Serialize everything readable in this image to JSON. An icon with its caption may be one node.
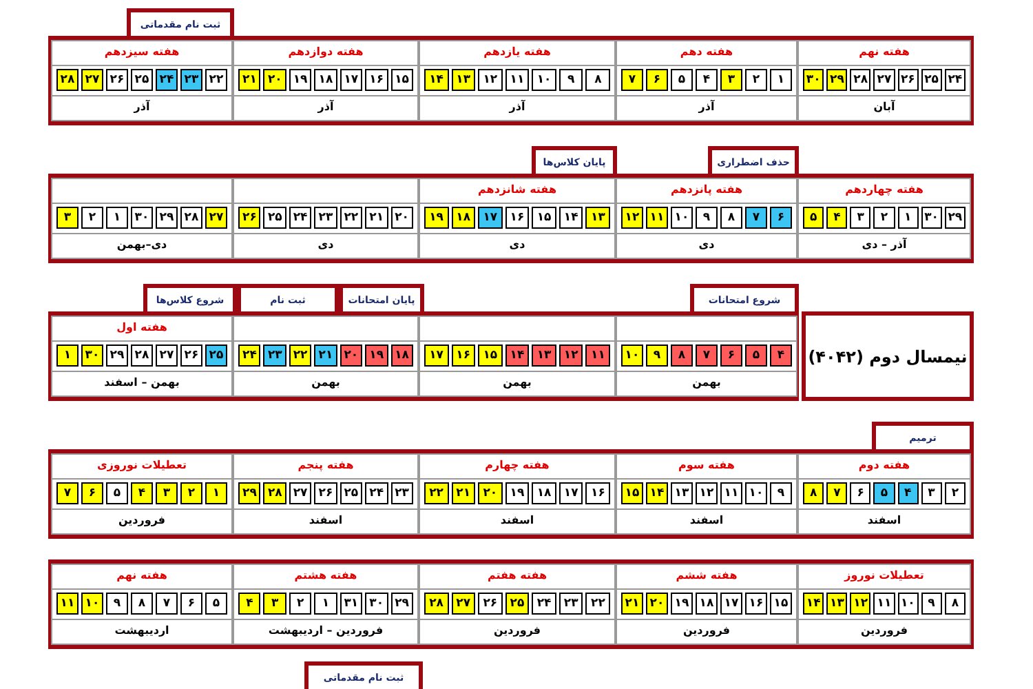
{
  "diagram": {
    "nodes": [
      {
        "text": [
          "ثبت نام مقدماتی"
        ]
      },
      {
        "text": [],
        "shape": "box"
      },
      {
        "text": [
          "هفته نهم",
          "۲۴",
          "۲۵",
          "۲۶",
          "۲۷",
          "۲۸",
          "۲۹",
          "۳۰",
          "آبان"
        ],
        "in": 1
      },
      {
        "text": [
          "هفته دهم",
          "۱",
          "۲",
          "۳",
          "۴",
          "۵",
          "۶",
          "۷",
          "آذر"
        ],
        "in": 1
      },
      {
        "text": [
          "هفته یازدهم",
          "۸",
          "۹",
          "۱۰",
          "۱۱",
          "۱۲",
          "۱۳",
          "۱۴",
          "آذر"
        ],
        "in": 1
      },
      {
        "text": [
          "هفته دوازدهم",
          "۱۵",
          "۱۶",
          "۱۷",
          "۱۸",
          "۱۹",
          "۲۰",
          "۲۱",
          "آذر"
        ],
        "in": 1
      },
      {
        "text": [
          "هفته سیزدهم",
          "۲۲",
          "۲۳",
          "۲۴",
          "۲۵",
          "۲۶",
          "۲۷",
          "۲۸",
          "آذر"
        ],
        "in": 1
      },
      {
        "text": [
          "حذف اضطراری"
        ]
      },
      {
        "text": [
          "پایان کلاس‌ها"
        ]
      },
      {
        "text": [],
        "shape": "box"
      },
      {
        "text": [
          "هفته چهاردهم",
          "۲۹",
          "۳۰",
          "۱",
          "۲",
          "۳",
          "۴",
          "۵",
          "آذر – دی"
        ],
        "in": 9
      },
      {
        "text": [
          "هفته پانزدهم",
          "۶",
          "۷",
          "۸",
          "۹",
          "۱۰",
          "۱۱",
          "۱۲",
          "دی"
        ],
        "in": 9
      },
      {
        "text": [
          "هفته شانزدهم",
          "۱۳",
          "۱۴",
          "۱۵",
          "۱۶",
          "۱۷",
          "۱۸",
          "۱۹",
          "دی"
        ],
        "in": 9
      },
      {
        "text": [
          "۲۰",
          "۲۱",
          "۲۲",
          "۲۳",
          "۲۴",
          "۲۵",
          "۲۶",
          "دی"
        ],
        "in": 9
      },
      {
        "text": [
          "۲۷",
          "۲۸",
          "۲۹",
          "۳۰",
          "۱",
          "۲",
          "۳",
          "دی–بهمن"
        ],
        "in": 9
      },
      {
        "text": [
          "شروع امتحانات"
        ]
      },
      {
        "text": [
          "پایان امتحانات"
        ]
      },
      {
        "text": [
          "ثبت نام"
        ]
      },
      {
        "text": [
          "شروع کلاس‌ها"
        ]
      },
      {
        "text": [
          "نیمسال دوم (۴۰۴۲)"
        ]
      },
      {
        "text": [],
        "shape": "box"
      },
      {
        "text": [
          "۴",
          "۵",
          "۶",
          "۷",
          "۸",
          "۹",
          "۱۰",
          "بهمن"
        ],
        "in": 20
      },
      {
        "text": [
          "۱۱",
          "۱۲",
          "۱۳",
          "۱۴",
          "۱۵",
          "۱۶",
          "۱۷",
          "بهمن"
        ],
        "in": 20
      },
      {
        "text": [
          "۱۸",
          "۱۹",
          "۲۰",
          "۲۱",
          "۲۲",
          "۲۳",
          "۲۴",
          "بهمن"
        ],
        "in": 20
      },
      {
        "text": [
          "هفته اول",
          "۲۵",
          "۲۶",
          "۲۷",
          "۲۸",
          "۲۹",
          "۳۰",
          "۱",
          "بهمن – اسفند"
        ],
        "in": 20
      },
      {
        "text": [
          "ترمیم"
        ]
      },
      {
        "text": [],
        "shape": "box"
      },
      {
        "text": [
          "هفته دوم",
          "۲",
          "۳",
          "۴",
          "۵",
          "۶",
          "۷",
          "۸",
          "اسفند"
        ],
        "in": 26
      },
      {
        "text": [
          "هفته سوم",
          "۹",
          "۱۰",
          "۱۱",
          "۱۲",
          "۱۳",
          "۱۴",
          "۱۵",
          "اسفند"
        ],
        "in": 26
      },
      {
        "text": [
          "هفته چهارم",
          "۱۶",
          "۱۷",
          "۱۸",
          "۱۹",
          "۲۰",
          "۲۱",
          "۲۲",
          "اسفند"
        ],
        "in": 26
      },
      {
        "text": [
          "هفته پنجم",
          "۲۳",
          "۲۴",
          "۲۵",
          "۲۶",
          "۲۷",
          "۲۸",
          "۲۹",
          "اسفند"
        ],
        "in": 26
      },
      {
        "text": [
          "تعطیلات نوروزی",
          "۱",
          "۲",
          "۳",
          "۴",
          "۵",
          "۶",
          "۷",
          "فروردین"
        ],
        "in": 26
      },
      {
        "text": [],
        "shape": "box"
      },
      {
        "text": [
          "تعطیلات نوروز",
          "۸",
          "۹",
          "۱۰",
          "۱۱",
          "۱۲",
          "۱۳",
          "۱۴",
          "فروردین"
        ],
        "in": 32
      },
      {
        "text": [
          "هفته ششم",
          "۱۵",
          "۱۶",
          "۱۷",
          "۱۸",
          "۱۹",
          "۲۰",
          "۲۱",
          "فروردین"
        ],
        "in": 32
      },
      {
        "text": [
          "هفته هفتم",
          "۲۲",
          "۲۳",
          "۲۴",
          "۲۵",
          "۲۶",
          "۲۷",
          "۲۸",
          "فروردین"
        ],
        "in": 32
      },
      {
        "text": [
          "هفته هشتم",
          "۲۹",
          "۳۰",
          "۳۱",
          "۱",
          "۲",
          "۳",
          "۴",
          "فروردین – اردیبهشت"
        ],
        "in": 32
      },
      {
        "text": [
          "هفته نهم",
          "۵",
          "۶",
          "۷",
          "۸",
          "۹",
          "۱۰",
          "۱۱",
          "اردیبهشت"
        ],
        "in": 32
      },
      {
        "text": [
          "ثبت نام مقدماتی"
        ]
      }
    ]
  }
}
